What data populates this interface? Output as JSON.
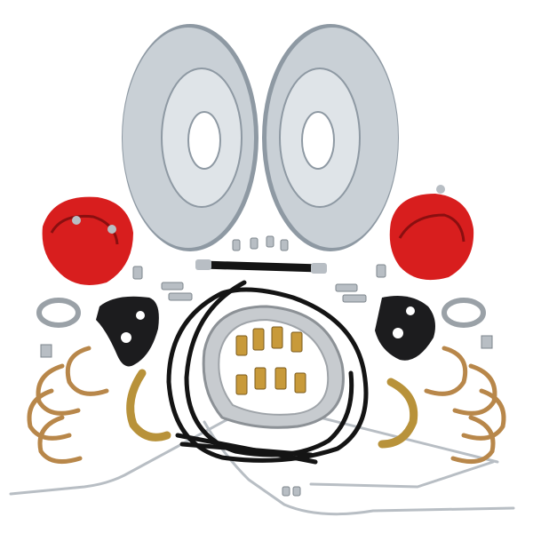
{
  "photo": {
    "background": "#ffffff",
    "colors": {
      "rotor_face": "#c9d0d6",
      "rotor_shadow": "#8e99a3",
      "rotor_hat": "#dfe4e8",
      "caliper_red": "#d81e1e",
      "caliper_dark": "#8a0f10",
      "bracket_black": "#1c1c1e",
      "hose_black": "#141414",
      "steel_silver": "#b8bec4",
      "gasket_gray": "#a7abaf",
      "bolt_gold": "#c89a3a",
      "clip_copper": "#b8874a",
      "clamp_steel": "#9aa1a7"
    },
    "objects": [
      {
        "name": "left-rotor"
      },
      {
        "name": "right-rotor"
      },
      {
        "name": "left-caliper"
      },
      {
        "name": "right-caliper"
      },
      {
        "name": "left-caliper-bracket"
      },
      {
        "name": "right-caliper-bracket"
      },
      {
        "name": "brake-hose"
      },
      {
        "name": "parking-brake-cables"
      },
      {
        "name": "differential-cover-gasket"
      },
      {
        "name": "ring-gear-bolts"
      },
      {
        "name": "hose-clamps"
      },
      {
        "name": "retaining-clips"
      },
      {
        "name": "hard-brake-lines"
      },
      {
        "name": "caliper-bolts"
      },
      {
        "name": "brake-line-fittings"
      }
    ]
  }
}
